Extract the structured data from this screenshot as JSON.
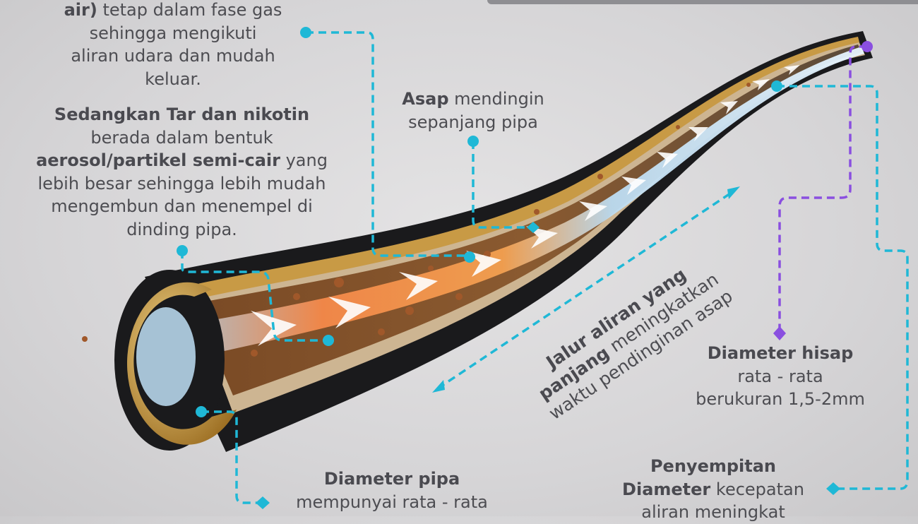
{
  "colors": {
    "connector_cyan": "#1fb8d6",
    "connector_purple": "#8a4fe0",
    "tube_black": "#1a1a1c",
    "gold": "#c99a3c",
    "hot_flow": "#f07a2a",
    "cool_flow": "#8cc8f0"
  },
  "icons": [
    "connector-dot-icon",
    "connector-diamond-icon",
    "flow-arrow-icon",
    "double-arrow-icon"
  ],
  "top_left": {
    "bold": "air)",
    "rest_line1": " tetap dalam fase gas",
    "line2": "sehingga mengikuti",
    "line3": "aliran udara dan mudah",
    "line4": "keluar."
  },
  "tar": {
    "bold1": "Sedangkan Tar dan nikotin",
    "line2": "berada dalam bentuk",
    "bold3": "aerosol/partikel semi-cair",
    "rest3": " yang",
    "line4": "lebih besar sehingga lebih mudah",
    "line5": "mengembun dan menempel di",
    "line6": "dinding pipa."
  },
  "asap": {
    "bold": "Asap",
    "rest": " mendingin",
    "line2": "sepanjang pipa"
  },
  "jalur": {
    "bold1": "Jalur aliran yang",
    "bold2": "panjang",
    "rest2": " meningkatkan",
    "line3": "waktu pendinginan asap"
  },
  "hisap": {
    "bold": "Diameter hisap",
    "line2": "rata - rata",
    "line3": "berukuran 1,5-2mm"
  },
  "penyempitan": {
    "bold1": "Penyempitan",
    "bold2": "Diameter",
    "rest2": " kecepatan",
    "line3": "aliran meningkat"
  },
  "pipa": {
    "bold": "Diameter pipa",
    "line2": "mempunyai rata - rata"
  }
}
